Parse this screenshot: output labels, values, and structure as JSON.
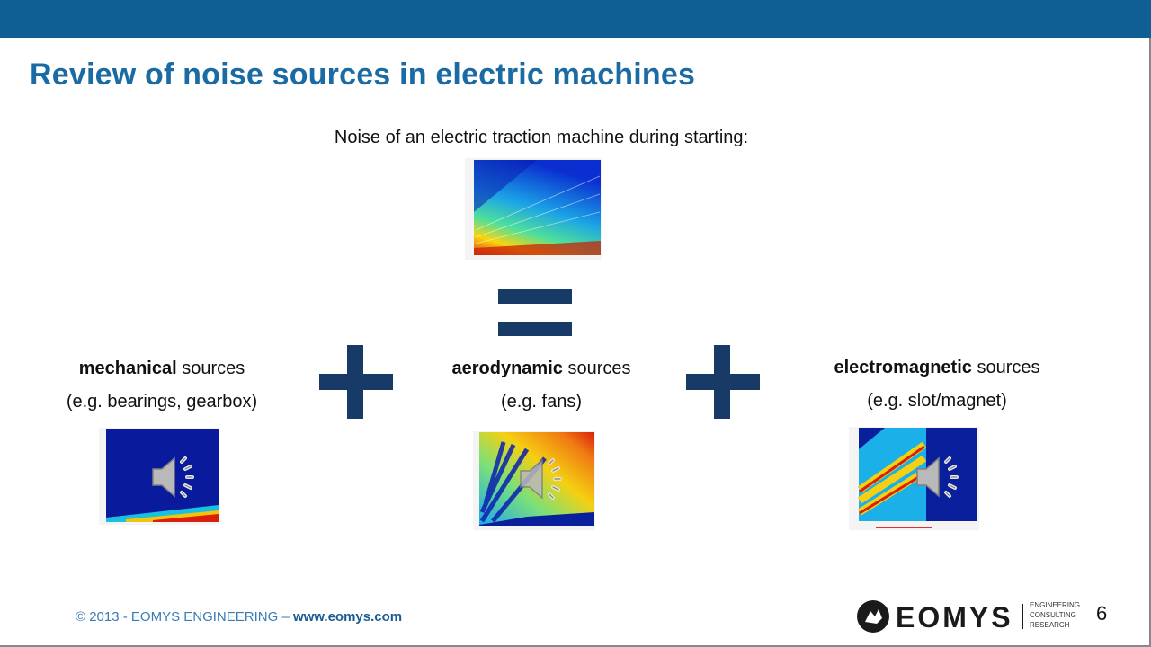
{
  "slide": {
    "title": "Review of noise sources in electric machines",
    "subtitle": "Noise of an electric traction machine during starting:"
  },
  "sources": [
    {
      "bold": "mechanical",
      "rest": " sources",
      "example": "(e.g. bearings, gearbox)"
    },
    {
      "bold": "aerodynamic",
      "rest": " sources",
      "example": "(e.g. fans)"
    },
    {
      "bold": "electromagnetic",
      "rest": " sources",
      "example": "(e.g. slot/magnet)"
    }
  ],
  "footer": {
    "copyright": "© 2013 - EOMYS ENGINEERING – ",
    "url": "www.eomys.com",
    "logo_name": "EOMYS",
    "logo_tagline": [
      "ENGINEERING",
      "CONSULTING",
      "RESEARCH"
    ],
    "page_number": "6"
  },
  "colors": {
    "header_bar": "#0f5e94",
    "title": "#1a6aa3",
    "operator": "#183a66"
  },
  "icons": [
    "speaker-icon",
    "plus-icon",
    "equals-icon"
  ]
}
